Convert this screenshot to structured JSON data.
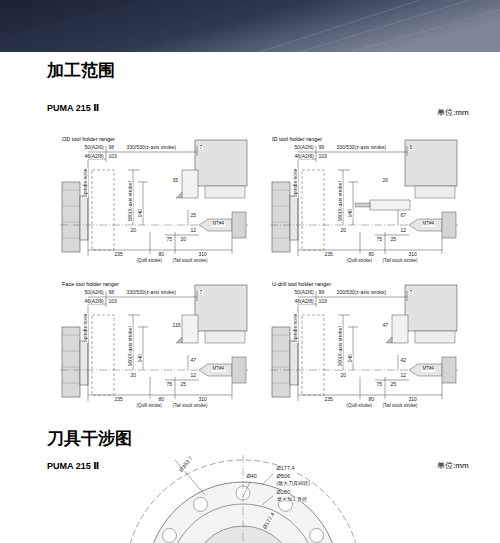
{
  "diagram": {
    "title": "加工范围",
    "labels": [
      "PUMA 215 Ⅱ",
      "单位:mm",
      "OD tool holder ranger",
      "50(A2I6)",
      "46(A2I8)",
      "98",
      "103",
      "330/530(z-axis stroke)",
      "7",
      "Spindle nose",
      "160(X-axis stroke)",
      "140",
      "35",
      "20",
      "25",
      "12",
      "75",
      "20",
      "MT#4",
      "235",
      "80",
      "310",
      "(Quill stroke)",
      "(Tail stock stroke)",
      "ID tool holder ranger",
      "50(A2I6)",
      "46(A2I8)",
      "99",
      "103",
      "330/530(z-axis stroke)",
      "6",
      "Spindle nose",
      "160(X-axis stroke)",
      "140",
      "20",
      "20",
      "67",
      "12",
      "75",
      "25",
      "MT#4",
      "235",
      "80",
      "310",
      "(Quill stroke)",
      "(Tail stock stroke)",
      "Face tool holder ranger",
      "50(A2I6)",
      "46(A2I8)",
      "98",
      "103",
      "330/530(z-axis stroke)",
      "7",
      "Spindle nose",
      "160(X-axis stroke)",
      "140",
      "115",
      "20",
      "47",
      "12",
      "75",
      "25",
      "MT#4",
      "235",
      "80",
      "310",
      "(Quill stroke)",
      "(Tail stock stroke)",
      "U-drill tool holder ranger",
      "50(A2I6)",
      "46(A2I8)",
      "99",
      "103",
      "330/530(z-axis stroke)",
      "7",
      "Spindle nose",
      "160(X-axis stroke)",
      "140",
      "47",
      "20",
      "42",
      "12",
      "75",
      "25",
      "MT#4",
      "235",
      "80",
      "310",
      "(Quill stroke)",
      "(Tail stock stroke)",
      "刀具干涉图",
      "PUMA 215 Ⅱ",
      "单位:mm",
      "Ø353.7",
      "Ø40",
      "Ø177.4",
      "Ø506",
      "(最大刀具回转)",
      "Ø280",
      "最大加工直径",
      "Ø177.4"
    ]
  }
}
